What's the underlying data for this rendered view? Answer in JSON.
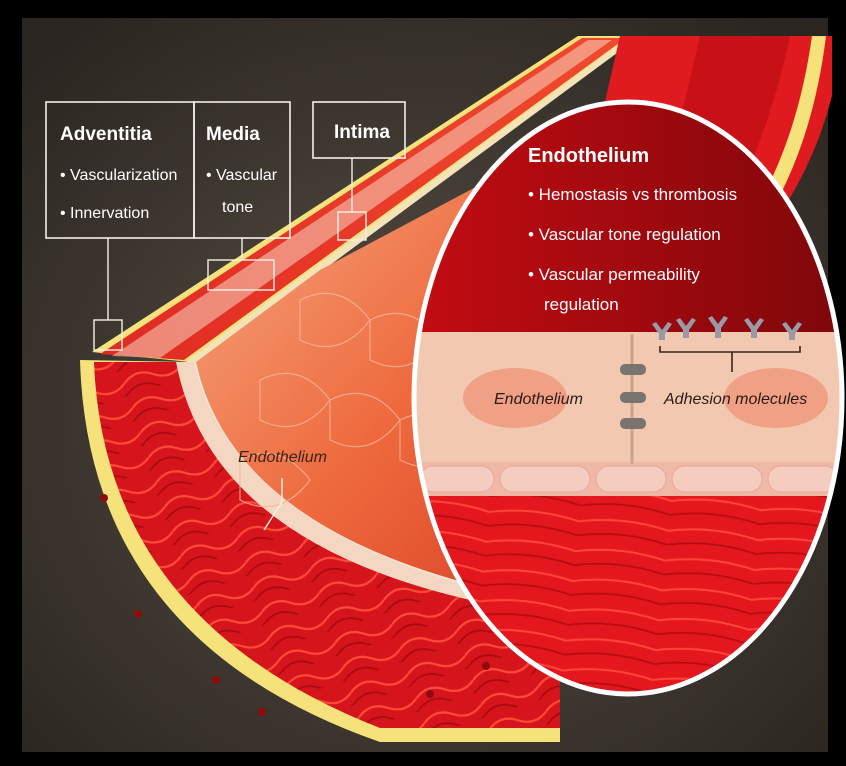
{
  "labels": {
    "adventitia": {
      "title": "Adventitia",
      "items": [
        "• Vascularization",
        "• Innervation"
      ]
    },
    "media": {
      "title": "Media",
      "items": [
        "• Vascular",
        "tone"
      ]
    },
    "intima": {
      "title": "Intima"
    },
    "endothelium_panel": {
      "title": "Endothelium",
      "items": [
        "• Hemostasis vs thrombosis",
        "• Vascular tone regulation",
        "• Vascular permeability",
        "regulation"
      ]
    },
    "vessel_endothelium_label": "Endothelium",
    "cell_endothelium_label": "Endothelium",
    "adhesion_label": "Adhesion molecules"
  },
  "colors": {
    "background": "#3a332c",
    "frame": "#000000",
    "red": "#d8141a",
    "dark_red": "#9b0a10",
    "cream": "#f3e3b8",
    "yellow_band": "#f6e27a",
    "cell_pink": "#f2c9b0",
    "label_border": "#f5efe4"
  }
}
